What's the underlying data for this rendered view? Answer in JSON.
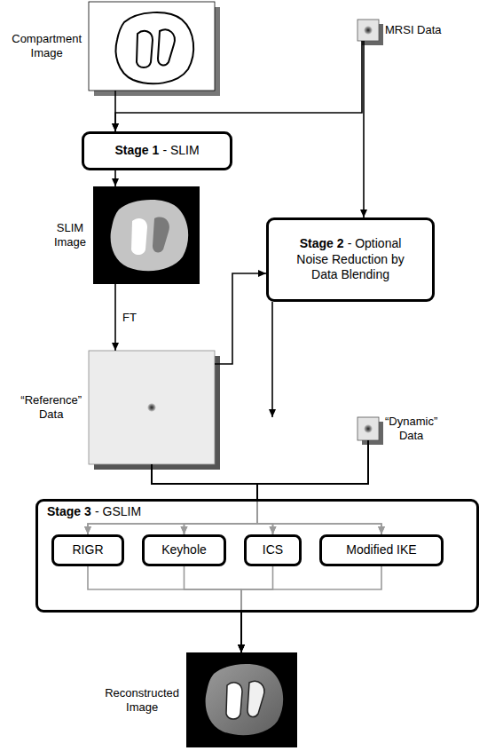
{
  "diagram": {
    "nodes": [
      {
        "text": [
          "Compartment Image"
        ]
      },
      {
        "text": [
          "MRSI Data"
        ]
      },
      {
        "text": [
          "Stage 1",
          "- SLIM"
        ]
      },
      {
        "text": [
          "SLIM Image"
        ]
      },
      {
        "text": [
          "Stage 2",
          "- Optional Noise Reduction by Data Blending"
        ]
      },
      {
        "text": [
          "“Reference” Data"
        ]
      },
      {
        "text": [
          "“Dynamic” Data"
        ]
      },
      {
        "text": [
          "Stage 3",
          "- GSLIM"
        ]
      },
      {
        "text": [
          "RIGR"
        ],
        "in": 7
      },
      {
        "text": [
          "Keyhole"
        ],
        "in": 7
      },
      {
        "text": [
          "ICS"
        ],
        "in": 7
      },
      {
        "text": [
          "Modified IKE"
        ],
        "in": 7
      },
      {
        "text": [
          "Reconstructed Image"
        ]
      }
    ],
    "edges": [
      {
        "from": 0,
        "to": 2,
        "arrow": "to"
      },
      {
        "from": 1,
        "to": 2,
        "arrow": "to"
      },
      {
        "from": 1,
        "to": 4,
        "arrow": "to"
      },
      {
        "from": 2,
        "to": 3,
        "arrow": "to"
      },
      {
        "from": 3,
        "to": 5,
        "label": "FT",
        "arrow": "to"
      },
      {
        "from": 5,
        "to": 4,
        "arrow": "to"
      },
      {
        "from": 4,
        "to": 6,
        "arrow": "to"
      },
      {
        "from": 5,
        "to": 8,
        "arrow": "to"
      },
      {
        "from": 5,
        "to": 9,
        "arrow": "to"
      },
      {
        "from": 5,
        "to": 10,
        "arrow": "to"
      },
      {
        "from": 5,
        "to": 11,
        "arrow": "to"
      },
      {
        "from": 6,
        "to": 8,
        "arrow": "to"
      },
      {
        "from": 6,
        "to": 9,
        "arrow": "to"
      },
      {
        "from": 6,
        "to": 10,
        "arrow": "to"
      },
      {
        "from": 6,
        "to": 11,
        "arrow": "to"
      },
      {
        "from": 8,
        "to": 12,
        "arrow": "to"
      },
      {
        "from": 9,
        "to": 12,
        "arrow": "to"
      },
      {
        "from": 10,
        "to": 12,
        "arrow": "to"
      },
      {
        "from": 11,
        "to": 12,
        "arrow": "to"
      }
    ]
  }
}
